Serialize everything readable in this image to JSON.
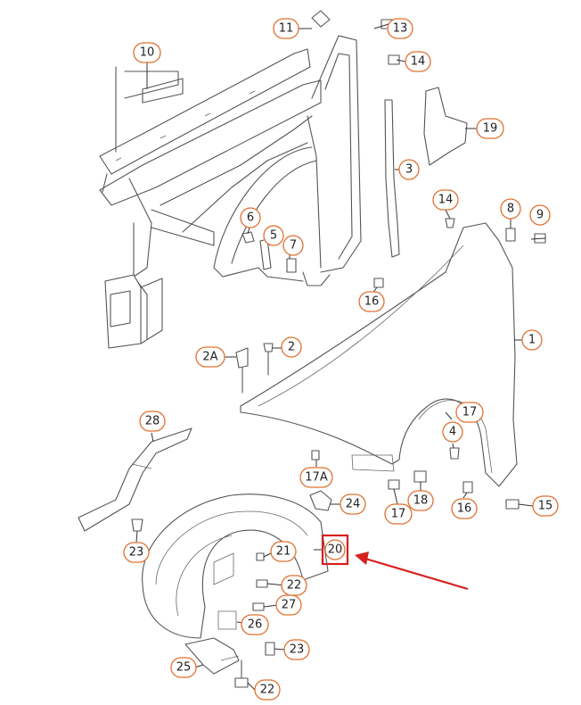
{
  "callouts": {
    "c1": "1",
    "c2": "2",
    "c2a": "2A",
    "c3": "3",
    "c4": "4",
    "c5": "5",
    "c6": "6",
    "c7": "7",
    "c8": "8",
    "c9": "9",
    "c10": "10",
    "c11": "11",
    "c13": "13",
    "c14a": "14",
    "c14b": "14",
    "c15": "15",
    "c16a": "16",
    "c16b": "16",
    "c17a": "17",
    "c17b": "17",
    "c17A": "17A",
    "c18": "18",
    "c19": "19",
    "c20": "20",
    "c21": "21",
    "c22a": "22",
    "c22b": "22",
    "c23a": "23",
    "c23b": "23",
    "c24": "24",
    "c25": "25",
    "c26": "26",
    "c27": "27",
    "c28": "28"
  },
  "colors": {
    "callout_border": "#e07030",
    "highlight": "#d62020",
    "line_art": "#555555"
  },
  "highlighted_part": "20"
}
